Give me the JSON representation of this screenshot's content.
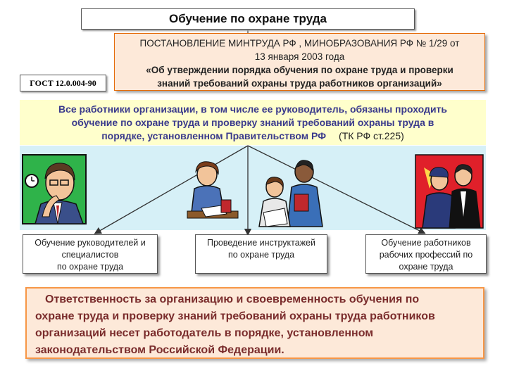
{
  "title": "Обучение по охране труда",
  "decree": {
    "line1": "ПОСТАНОВЛЕНИЕ МИНТРУДА РФ , МИНОБРАЗОВАНИЯ РФ № 1/29 от",
    "line2": "13 января 2003 года",
    "line3": "«Об  утверждении  порядка обучения  по охране труда и проверки",
    "line4": "знаний требований охраны труда работников организаций»"
  },
  "gost": "ГОСТ 12.0.004-90",
  "duty": {
    "line1": "Все работники организации, в том числе ее руководитель, обязаны проходить",
    "line2": "обучение по охране труда и проверку знаний требований охраны труда в",
    "line3": "порядке, установленном Правительством РФ",
    "ref": "(ТК РФ ст.225)"
  },
  "training": [
    {
      "line1": "Обучение руководителей и",
      "line2": "специалистов",
      "line3": "по охране труда"
    },
    {
      "line1": "Проведение инструктажей",
      "line2": "по охране труда",
      "line3": ""
    },
    {
      "line1": "Обучение работников",
      "line2": "рабочих профессий по",
      "line3": "охране труда"
    }
  ],
  "responsibility": {
    "line1": "Ответственность за организацию и своевременность обучения по",
    "line2": "охране труда и проверку знаний требований охраны труда работников",
    "line3": "организаций несет работодатель в порядке, установленном",
    "line4": "законодательством Российской Федерации."
  },
  "colors": {
    "accent_orange": "#f79646",
    "duty_bg": "#ffffcc",
    "band_bg": "#d6f0f7",
    "decree_bg": "#fde9d9"
  }
}
